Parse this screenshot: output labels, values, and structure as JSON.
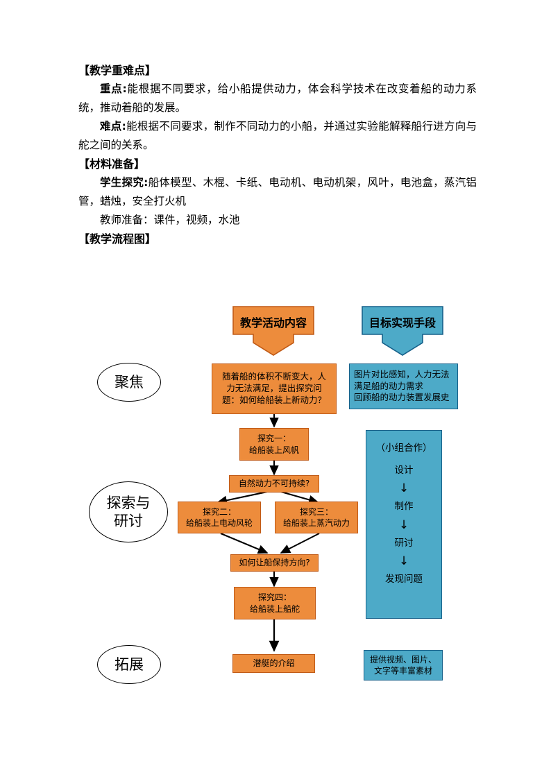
{
  "document": {
    "sections": [
      {
        "heading": "【教学重难点】",
        "paragraphs": [
          {
            "lead": "重点:",
            "text": "能根据不同要求，给小船提供动力，体会科学技术在改变着船的动力系统，推动着船的发展。"
          },
          {
            "lead": "难点:",
            "text": "能根据不同要求，制作不同动力的小船，并通过实验能解释船行进方向与舵之间的关系。"
          }
        ]
      },
      {
        "heading": "【材料准备】",
        "paragraphs": [
          {
            "lead": "学生探究:",
            "text": "船体模型、木棍、卡纸、电动机、电动机架，风叶，电池盒，蒸汽铝管，蜡烛，安全打火机"
          },
          {
            "lead": "教师准备：",
            "text": "课件，视频，水池"
          }
        ]
      },
      {
        "heading": "【教学流程图】",
        "paragraphs": []
      }
    ]
  },
  "flowchart": {
    "colors": {
      "orange_fill": "#ED8C3C",
      "orange_border": "#C05A16",
      "blue_fill": "#4DAAC8",
      "blue_border": "#17618A",
      "arrow": "#000000"
    },
    "banners": {
      "left": "教学活动内容",
      "right": "目标实现手段"
    },
    "stages": [
      {
        "id": "stage-focus",
        "label": "聚焦"
      },
      {
        "id": "stage-explore",
        "label": "探索与\n研讨",
        "line1": "探索与",
        "line2": "研讨"
      },
      {
        "id": "stage-extend",
        "label": "拓展"
      }
    ],
    "left_nodes": [
      {
        "id": "node-problem",
        "lines": [
          "随着船的体积不断变大，人",
          "力无法满足，提出探究问",
          "题：如何给船装上新动力？"
        ]
      },
      {
        "id": "node-inquiry-1",
        "lines": [
          "探究一：",
          "给船装上风帆"
        ]
      },
      {
        "id": "node-question-sustain",
        "lines": [
          "自然动力不可持续?"
        ]
      },
      {
        "id": "node-inquiry-2",
        "lines": [
          "探究二：",
          "给船装上电动风轮"
        ]
      },
      {
        "id": "node-inquiry-3",
        "lines": [
          "探究三：",
          "给船装上蒸汽动力"
        ]
      },
      {
        "id": "node-question-direction",
        "lines": [
          "如何让船保持方向?"
        ]
      },
      {
        "id": "node-inquiry-4",
        "lines": [
          "探究四：",
          "给船装上船舵"
        ]
      },
      {
        "id": "node-submarine",
        "lines": [
          "潜艇的介绍"
        ]
      }
    ],
    "right_nodes": [
      {
        "id": "node-means-compare",
        "lines": [
          "图片对比感知，人力无法",
          "满足船的动力需求",
          "回顾船的动力装置发展史"
        ]
      },
      {
        "id": "node-group-work",
        "title": "（小组合作）",
        "steps": [
          "设计",
          "制作",
          "研讨",
          "发现问题"
        ],
        "arrow_glyph": "↓"
      },
      {
        "id": "node-materials",
        "lines": [
          "提供视频、图片、",
          "文字等丰富素材"
        ]
      }
    ]
  }
}
